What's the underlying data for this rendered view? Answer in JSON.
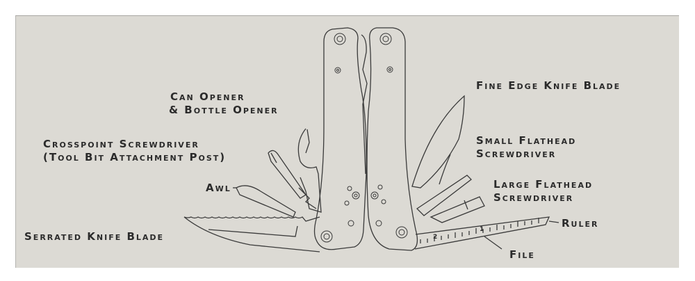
{
  "labels": {
    "can_opener": [
      "Can Opener",
      "& Bottle Opener"
    ],
    "crosspoint": [
      "Crosspoint Screwdriver",
      "(Tool Bit Attachment Post)"
    ],
    "awl": "Awl",
    "serrated": "Serrated Knife Blade",
    "fine_edge": "Fine Edge Knife Blade",
    "small_flathead": [
      "Small Flathead",
      "Screwdriver"
    ],
    "large_flathead": [
      "Large Flathead",
      "Screwdriver"
    ],
    "ruler": "Ruler",
    "file": "File"
  },
  "ruler_marks": [
    "1",
    "2"
  ],
  "colors": {
    "background": "#dcdad4",
    "ink": "#2b2b2b"
  }
}
